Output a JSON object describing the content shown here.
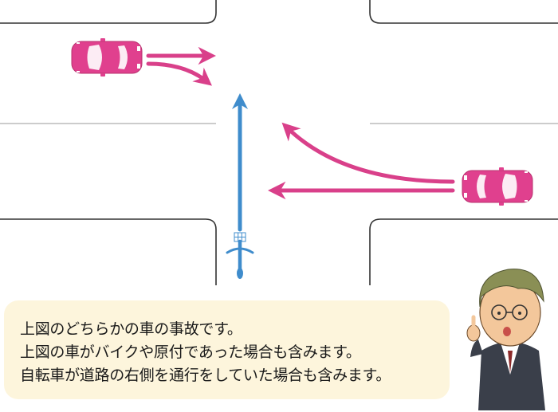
{
  "caption": {
    "lines": [
      "上図のどちらかの車の事故です。",
      "上図の車がバイクや原付であった場合も含みます。",
      "自転車が道路の右側を通行をしていた場合も含みます。"
    ]
  },
  "colors": {
    "car": "#e0408e",
    "car_arrow": "#d9408a",
    "bicycle": "#3f8ccc",
    "road_edge": "#333333",
    "center_line": "#bbbbbb",
    "caption_bg": "#fdf5dc"
  }
}
